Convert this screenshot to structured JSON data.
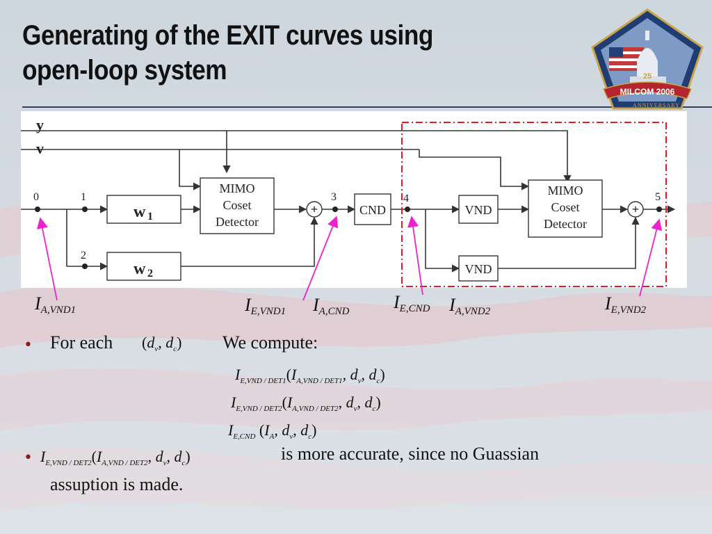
{
  "slide": {
    "title_line1": "Generating of the EXIT curves using",
    "title_line2": "open-loop system"
  },
  "logo": {
    "text": "MILCOM 2006",
    "subtext": "ANNIVERSARY",
    "number": "25"
  },
  "diagram": {
    "inputs": {
      "y": "y",
      "v": "v"
    },
    "nodes": [
      "0",
      "1",
      "2",
      "3",
      "4",
      "5"
    ],
    "blocks": {
      "w1": "w",
      "w1_sub": "1",
      "w2": "w",
      "w2_sub": "2",
      "mimo1_l1": "MIMO",
      "mimo1_l2": "Coset",
      "mimo1_l3": "Detector",
      "cnd": "CND",
      "vnd1": "VND",
      "vnd2": "VND",
      "mimo2_l1": "MIMO",
      "mimo2_l2": "Coset",
      "mimo2_l3": "Detector"
    },
    "adder_symbol": "+"
  },
  "labels": {
    "I": "I",
    "a_vnd1": "A,VND1",
    "e_vnd1": "E,VND1",
    "a_cnd": "A,CND",
    "e_cnd": "E,CND",
    "a_vnd2": "A,VND2",
    "e_vnd2": "E,VND2"
  },
  "bullets": {
    "b1_pre": "For each",
    "b1_post": "We compute:",
    "b2_post": "is more accurate, since no Guassian",
    "b2_line2": "assuption is made."
  },
  "math": {
    "d": "d",
    "sub_v": "v",
    "sub_c": "c",
    "sub_A": "A",
    "sub_e_det1": "E,VND / DET1",
    "sub_a_det1": "A,VND / DET1",
    "sub_e_det2": "E,VND / DET2",
    "sub_a_det2": "A,VND / DET2",
    "sub_e_cnd": "E,CND"
  }
}
